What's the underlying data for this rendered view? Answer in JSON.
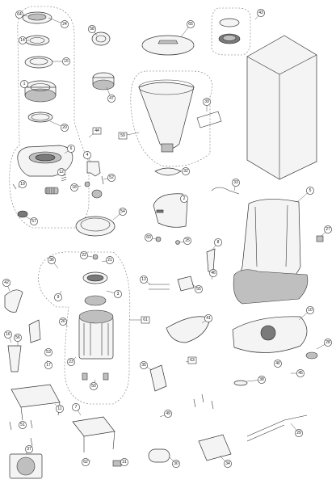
{
  "diagram": {
    "callouts": [
      "64",
      "24",
      "14",
      "15",
      "1",
      "20",
      "6",
      "4",
      "12",
      "18",
      "33",
      "25",
      "19",
      "17",
      "57",
      "58",
      "47",
      "65",
      "39",
      "59",
      "32",
      "2",
      "53",
      "54",
      "61",
      "60",
      "63",
      "34",
      "3",
      "5",
      "27",
      "8",
      "10",
      "41",
      "55",
      "13",
      "22",
      "21",
      "36",
      "9",
      "42",
      "26",
      "16",
      "23",
      "44",
      "35",
      "49",
      "7",
      "52",
      "51",
      "37",
      "31",
      "30",
      "28",
      "29",
      "38",
      "46",
      "50",
      "56",
      "62",
      "11",
      "40",
      "45",
      "43"
    ],
    "group_labels": [
      "44",
      "59",
      "61",
      "63"
    ]
  }
}
